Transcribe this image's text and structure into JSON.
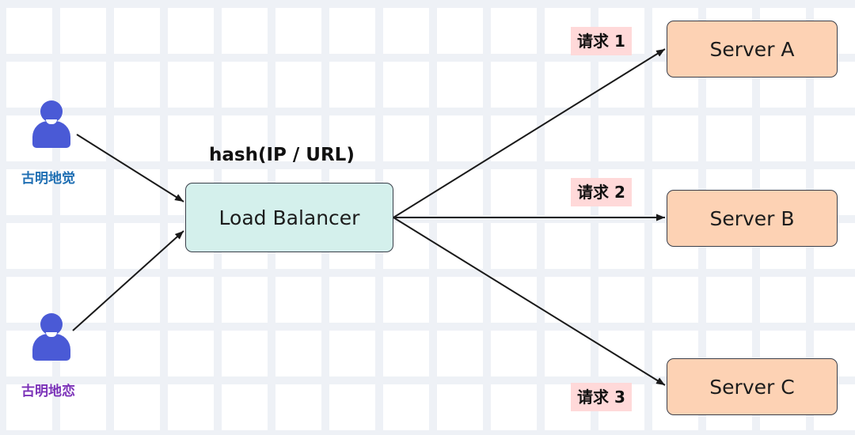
{
  "colors": {
    "user_1": "#4a5ad6",
    "user_2": "#4a5ad6",
    "user_1_label": "#1f6fb3",
    "user_2_label": "#7b32b8",
    "load_balancer_fill": "#d4f0ec",
    "server_fill": "#fdd2b4",
    "request_label_fill": "#ffd9d9",
    "arrow": "#1a1a1a"
  },
  "users": [
    {
      "name": "古明地觉",
      "icon": "user-icon"
    },
    {
      "name": "古明地恋",
      "icon": "user-icon"
    }
  ],
  "load_balancer": {
    "label": "Load Balancer",
    "algorithm": "hash(IP / URL)"
  },
  "servers": [
    {
      "label": "Server A",
      "request": "请求 1"
    },
    {
      "label": "Server B",
      "request": "请求 2"
    },
    {
      "label": "Server C",
      "request": "请求 3"
    }
  ]
}
